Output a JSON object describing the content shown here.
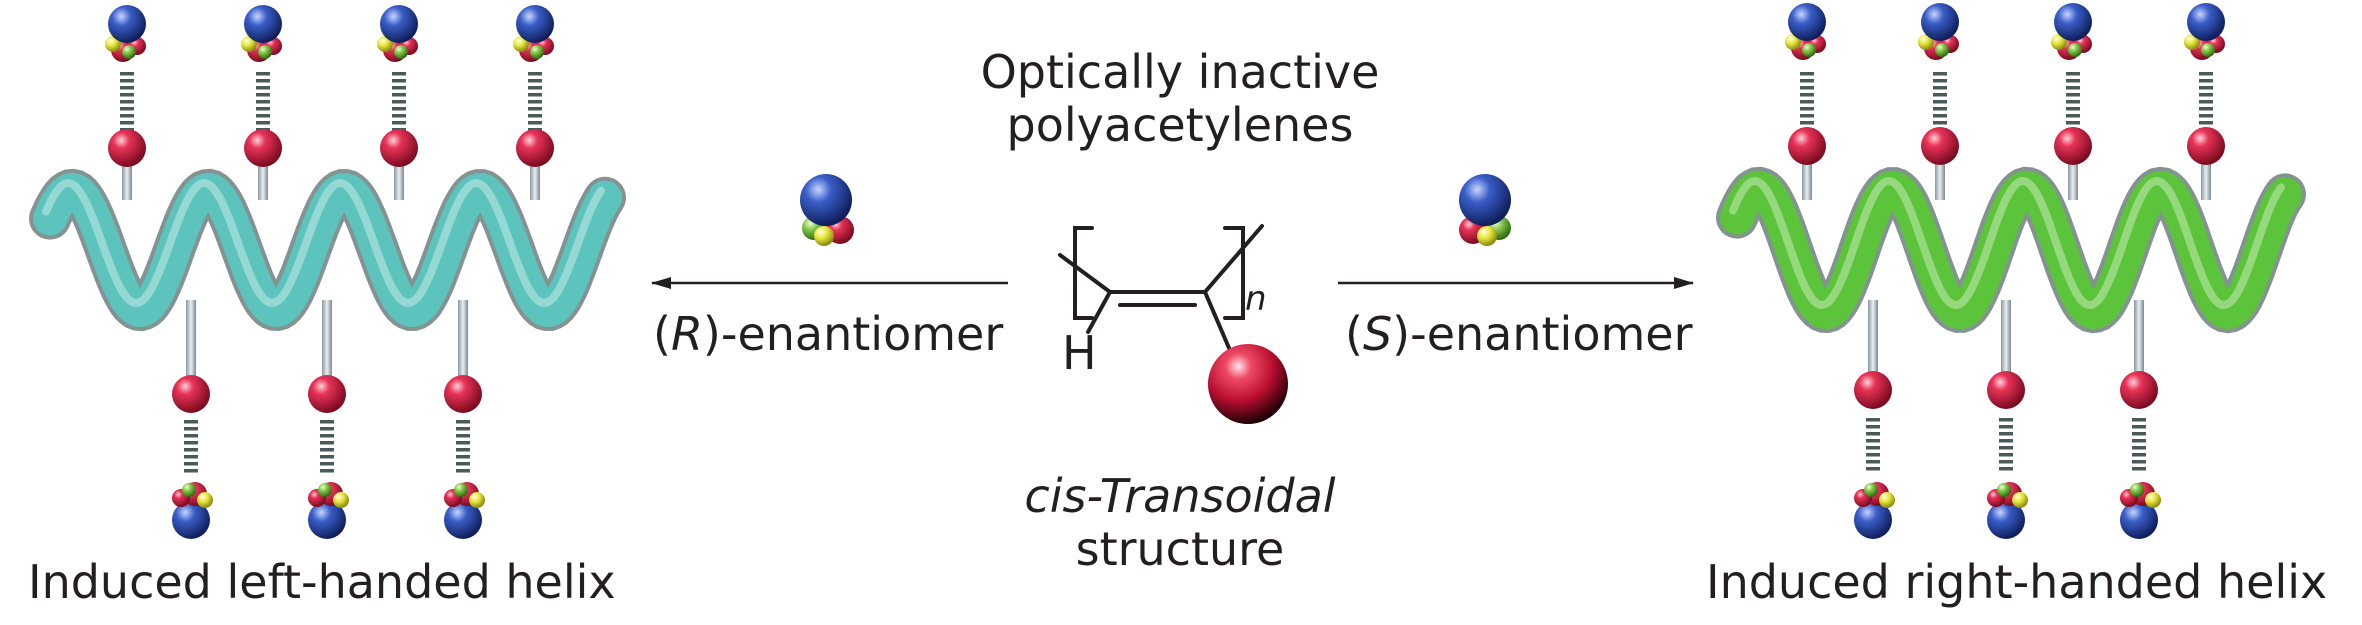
{
  "center": {
    "title_line1": "Optically inactive",
    "title_line2": "polyacetylenes",
    "atom_h": "H",
    "subscript_n": "n",
    "caption_italic": "cis-Transoidal",
    "caption_line2": "structure"
  },
  "left": {
    "caption": "Induced left-handed helix",
    "arrow_paren_open": "(",
    "arrow_letter": "R",
    "arrow_rest": ")-enantiomer"
  },
  "right": {
    "caption": "Induced right-handed helix",
    "arrow_paren_open": "(",
    "arrow_letter": "S",
    "arrow_rest": ")-enantiomer"
  },
  "colors": {
    "left_helix": "#5cc4bd",
    "right_helix": "#5cc43a",
    "ball_red": "#d4143c",
    "ball_blue": "#2b4aa8",
    "ball_green": "#7fc241",
    "ball_yellow": "#e3e23a",
    "text": "#231f20"
  }
}
